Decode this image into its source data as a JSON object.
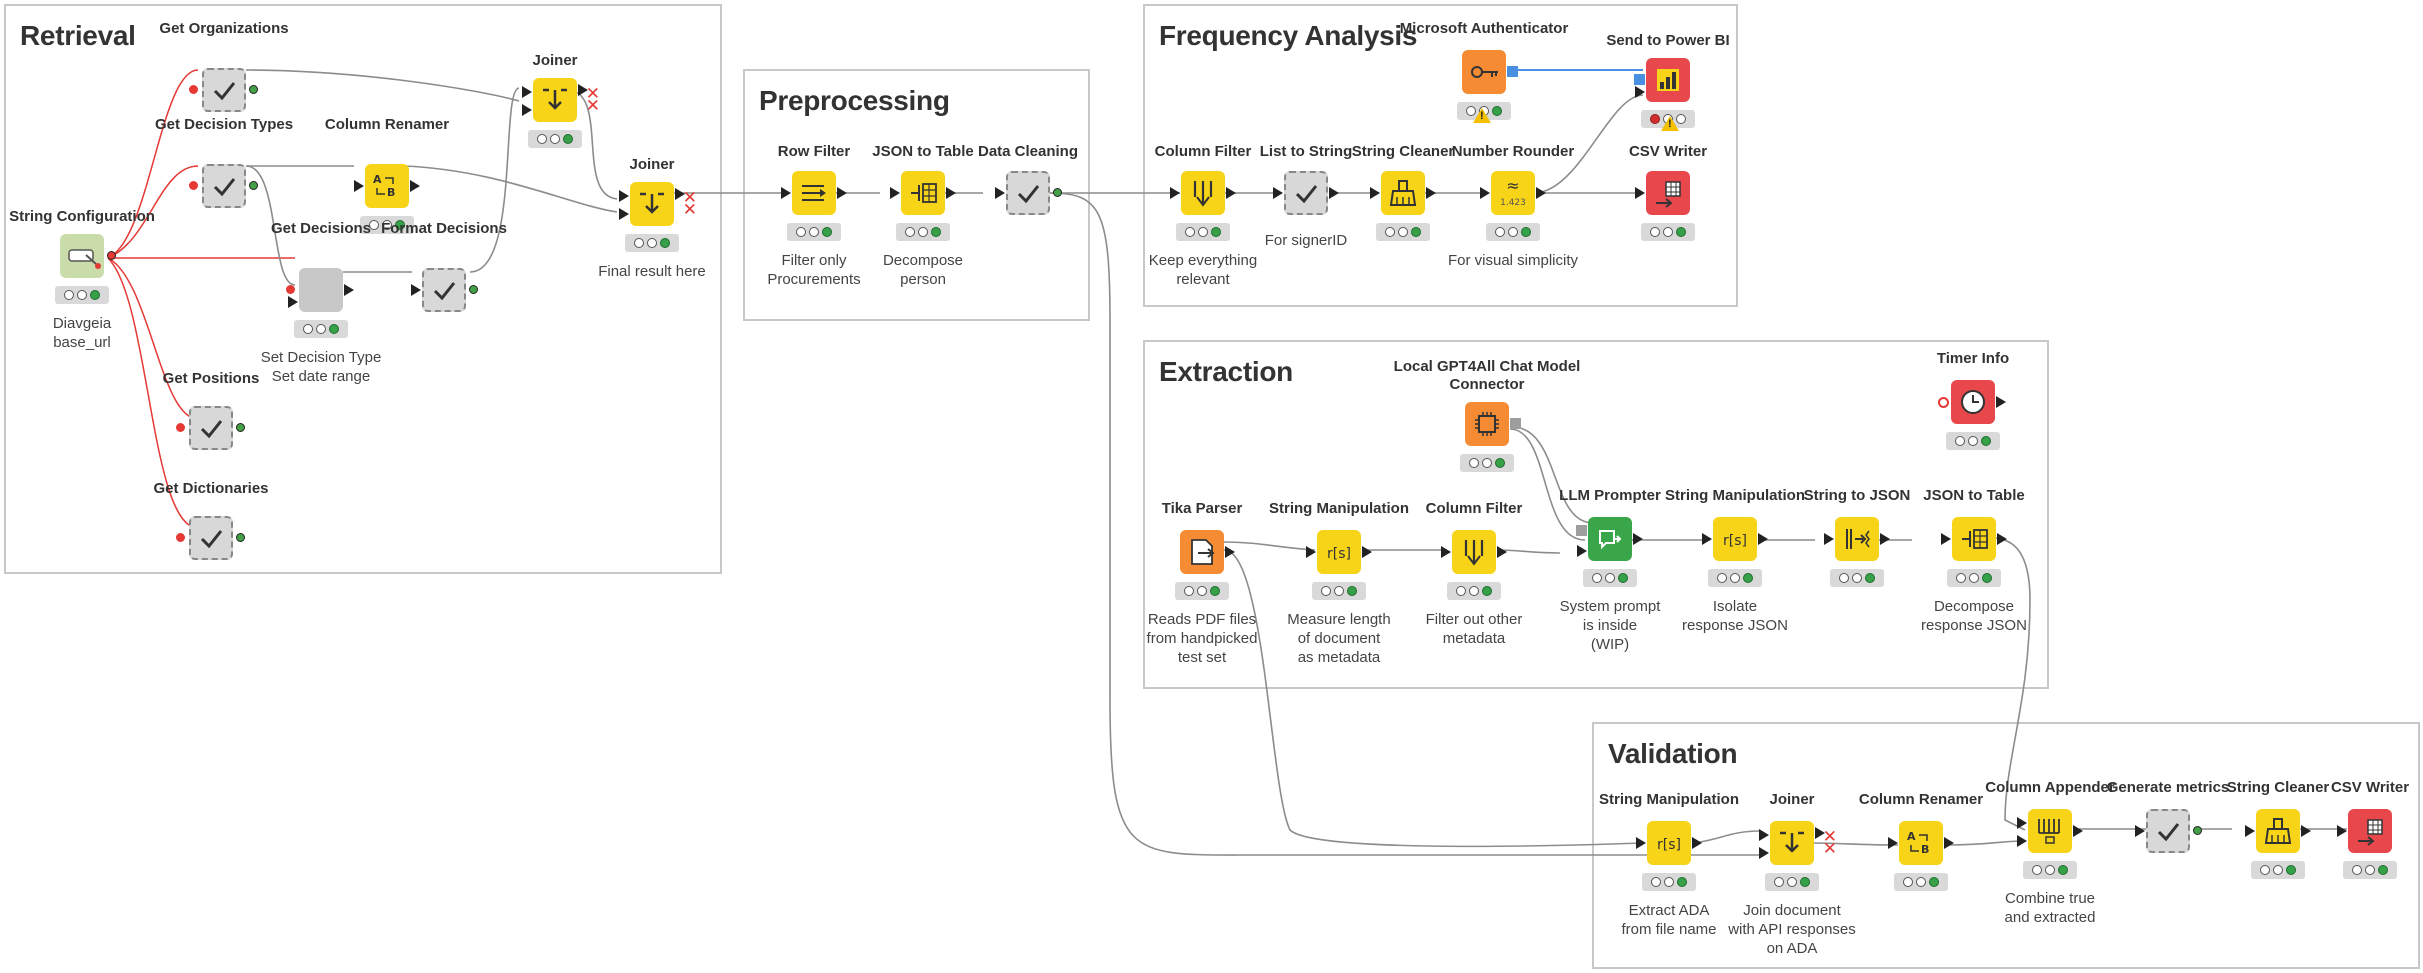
{
  "colors": {
    "manipulator": "#f7d417",
    "metanode": "#c8c8c8",
    "source": "#f58c34",
    "sink": "#e8474c",
    "configuration": "#c9dcaa",
    "learner": "#3aa64a",
    "connection_line": "#8c8c8c",
    "flow_variable_line": "#e53935",
    "annotation_border": "#c8c8c8"
  },
  "annotations": {
    "retrieval": "Retrieval",
    "preprocessing": "Preprocessing",
    "frequency_analysis": "Frequency Analysis",
    "extraction": "Extraction",
    "validation": "Validation"
  },
  "nodes": {
    "string_configuration": {
      "title": "String Configuration",
      "label": "Diavgeia\nbase_url",
      "icon": "configuration-icon"
    },
    "get_organizations": {
      "title": "Get Organizations",
      "label": "",
      "icon": "component-check-icon"
    },
    "get_decision_types": {
      "title": "Get Decision Types",
      "label": "",
      "icon": "component-check-icon"
    },
    "column_renamer_1": {
      "title": "Column Renamer",
      "label": "",
      "icon": "column-renamer-icon"
    },
    "get_decisions": {
      "title": "Get Decisions",
      "label": "Set Decision Type\nSet date range",
      "icon": "metanode-icon"
    },
    "format_decisions": {
      "title": "Format Decisions",
      "label": "",
      "icon": "component-check-icon"
    },
    "joiner_1": {
      "title": "Joiner",
      "label": "",
      "icon": "joiner-icon"
    },
    "joiner_2": {
      "title": "Joiner",
      "label": "Final result here",
      "icon": "joiner-icon"
    },
    "get_positions": {
      "title": "Get Positions",
      "label": "",
      "icon": "component-check-icon"
    },
    "get_dictionaries": {
      "title": "Get Dictionaries",
      "label": "",
      "icon": "component-check-icon"
    },
    "row_filter": {
      "title": "Row Filter",
      "label": "Filter only\nProcurements",
      "icon": "row-filter-icon"
    },
    "json_to_table_1": {
      "title": "JSON to Table",
      "label": "Decompose\nperson",
      "icon": "json-to-table-icon"
    },
    "data_cleaning": {
      "title": "Data Cleaning",
      "label": "",
      "icon": "component-check-icon"
    },
    "column_filter_1": {
      "title": "Column Filter",
      "label": "Keep everything\nrelevant",
      "icon": "column-filter-icon"
    },
    "list_to_string": {
      "title": "List to String",
      "label": "For signerID",
      "icon": "component-check-icon"
    },
    "string_cleaner_1": {
      "title": "String Cleaner",
      "label": "",
      "icon": "string-cleaner-icon"
    },
    "number_rounder": {
      "title": "Number Rounder",
      "label": "For visual simplicity",
      "icon": "number-rounder-icon",
      "icon_text": "1.423"
    },
    "microsoft_authenticator": {
      "title": "Microsoft Authenticator",
      "label": "",
      "icon": "key-icon"
    },
    "send_to_power_bi": {
      "title": "Send to Power BI",
      "label": "",
      "icon": "bar-chart-icon"
    },
    "csv_writer_1": {
      "title": "CSV Writer",
      "label": "",
      "icon": "csv-writer-icon"
    },
    "local_gpt4all": {
      "title": "Local GPT4All Chat Model\nConnector",
      "label": "",
      "icon": "chip-icon"
    },
    "timer_info": {
      "title": "Timer Info",
      "label": "",
      "icon": "clock-icon"
    },
    "tika_parser": {
      "title": "Tika Parser",
      "label": "Reads PDF files\nfrom handpicked\ntest set",
      "icon": "document-read-icon"
    },
    "string_manipulation_1": {
      "title": "String Manipulation",
      "label": "Measure length\nof document\nas metadata",
      "icon": "string-manipulation-icon",
      "icon_text": "r[s]"
    },
    "column_filter_2": {
      "title": "Column Filter",
      "label": "Filter out other\nmetadata",
      "icon": "column-filter-icon"
    },
    "llm_prompter": {
      "title": "LLM Prompter",
      "label": "System prompt\nis inside\n(WIP)",
      "icon": "llm-prompter-icon"
    },
    "string_manipulation_2": {
      "title": "String Manipulation",
      "label": "Isolate\nresponse JSON",
      "icon": "string-manipulation-icon",
      "icon_text": "r[s]"
    },
    "string_to_json": {
      "title": "String to JSON",
      "label": "",
      "icon": "string-to-json-icon"
    },
    "json_to_table_2": {
      "title": "JSON to Table",
      "label": "Decompose\nresponse JSON",
      "icon": "json-to-table-icon"
    },
    "string_manipulation_3": {
      "title": "String Manipulation",
      "label": "Extract ADA\nfrom file name",
      "icon": "string-manipulation-icon",
      "icon_text": "r[s]"
    },
    "joiner_3": {
      "title": "Joiner",
      "label": "Join document\nwith API responses\non ADA",
      "icon": "joiner-icon"
    },
    "column_renamer_2": {
      "title": "Column Renamer",
      "label": "",
      "icon": "column-renamer-icon"
    },
    "column_appender": {
      "title": "Column Appender",
      "label": "Combine true\nand extracted",
      "icon": "column-appender-icon"
    },
    "generate_metrics": {
      "title": "Generate metrics",
      "label": "",
      "icon": "component-check-icon"
    },
    "string_cleaner_2": {
      "title": "String Cleaner",
      "label": "",
      "icon": "string-cleaner-icon"
    },
    "csv_writer_2": {
      "title": "CSV Writer",
      "label": "",
      "icon": "csv-writer-icon"
    }
  }
}
